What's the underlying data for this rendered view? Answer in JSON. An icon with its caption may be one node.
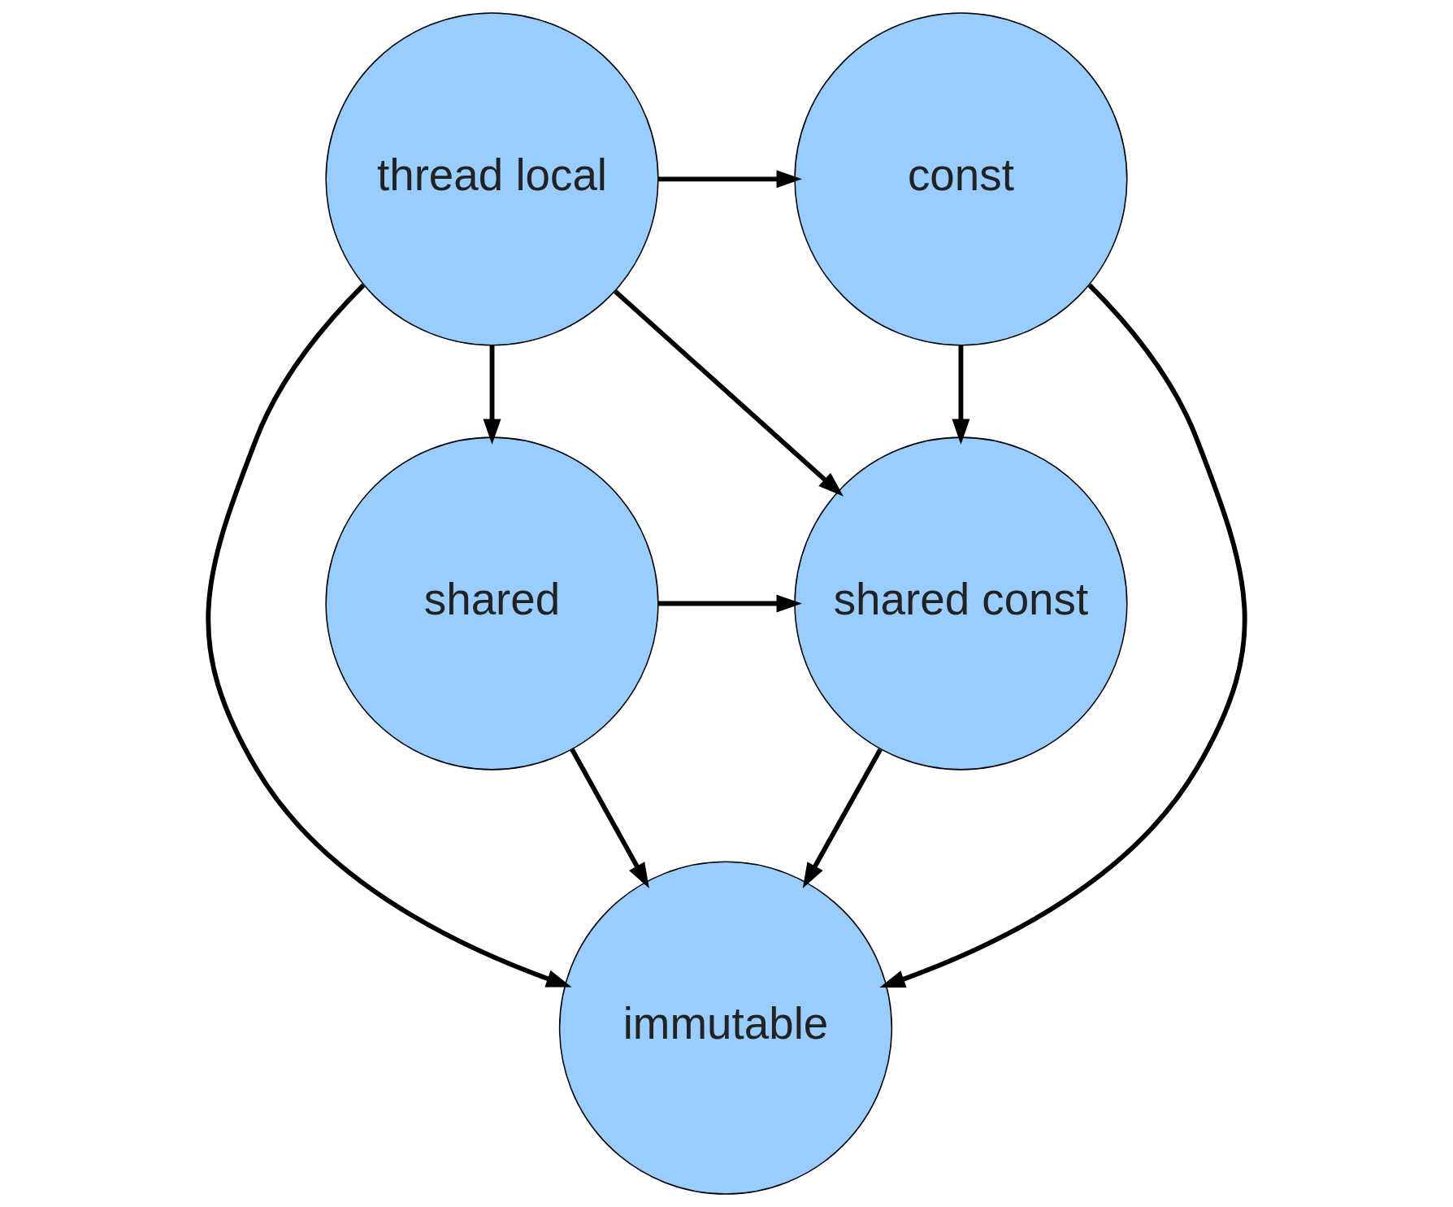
{
  "diagram": {
    "nodes": [
      {
        "text": [
          "thread local"
        ]
      },
      {
        "text": [
          "const"
        ]
      },
      {
        "text": [
          "shared"
        ]
      },
      {
        "text": [
          "shared const"
        ]
      },
      {
        "text": [
          "immutable"
        ]
      }
    ],
    "edges": [
      {
        "from": 0,
        "to": 1,
        "arrow": "to"
      },
      {
        "from": 0,
        "to": 3,
        "arrow": "to"
      },
      {
        "from": 0,
        "to": 2,
        "arrow": "to"
      },
      {
        "from": 0,
        "to": 4,
        "arrow": "to"
      },
      {
        "from": 1,
        "to": 4,
        "arrow": "to"
      },
      {
        "from": 1,
        "to": 3,
        "arrow": "to"
      },
      {
        "from": 2,
        "to": 3,
        "arrow": "to"
      },
      {
        "from": 2,
        "to": 4,
        "arrow": "to"
      },
      {
        "from": 3,
        "to": 4,
        "arrow": "to"
      }
    ]
  }
}
